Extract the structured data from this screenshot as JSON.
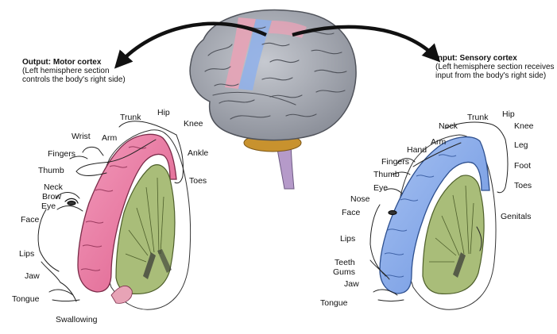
{
  "motor": {
    "title": "Output: Motor cortex",
    "desc_line1": "(Left hemisphere section",
    "desc_line2": "controls the body's right side)",
    "labels": [
      "Trunk",
      "Hip",
      "Knee",
      "Wrist",
      "Arm",
      "Fingers",
      "Ankle",
      "Thumb",
      "Toes",
      "Neck",
      "Brow",
      "Eye",
      "Face",
      "Lips",
      "Jaw",
      "Tongue",
      "Swallowing"
    ]
  },
  "sensory": {
    "title": "Input: Sensory cortex",
    "desc_line1": "(Left hemisphere section receives",
    "desc_line2": "input from the body's right side)",
    "labels": [
      "Hip",
      "Trunk",
      "Neck",
      "Knee",
      "Arm",
      "Hand",
      "Leg",
      "Fingers",
      "Foot",
      "Thumb",
      "Eye",
      "Toes",
      "Nose",
      "Face",
      "Genitals",
      "Lips",
      "Teeth",
      "Gums",
      "Jaw",
      "Tongue"
    ]
  },
  "colors": {
    "motor_strip": "#e8789e",
    "sensory_strip": "#7fa6ea",
    "brain": "#a3a7b1",
    "white_matter": "#a7b97a"
  }
}
